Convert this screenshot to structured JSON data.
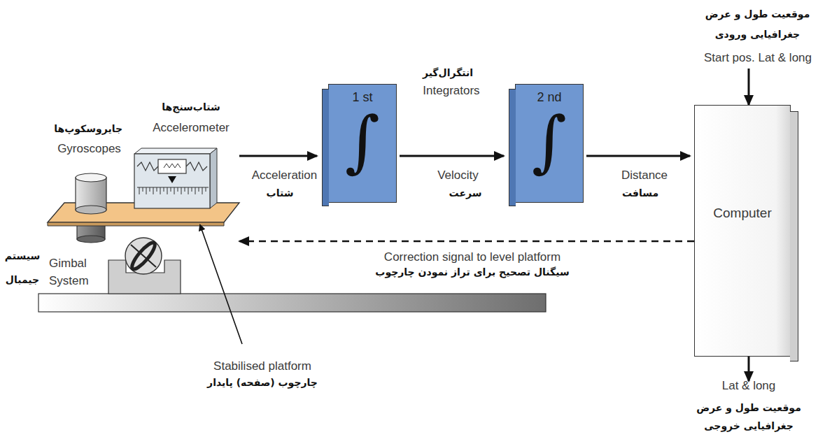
{
  "diagram": {
    "nodes": [
      {
        "text": [
          "شتاب‌سنج‌ها",
          "Accelerometer"
        ]
      },
      {
        "text": [
          "1 st",
          "∫"
        ]
      },
      {
        "text": [
          "2 nd",
          "∫"
        ]
      },
      {
        "text": [
          "Computer"
        ]
      }
    ],
    "edges": [
      {
        "from": 0,
        "to": 1,
        "arrow": "to",
        "label": "Acceleration"
      },
      {
        "from": 1,
        "to": 2,
        "arrow": "to",
        "label": "Velocity"
      },
      {
        "from": 2,
        "to": 3,
        "arrow": "to",
        "label": "Distance"
      }
    ],
    "labels": [
      "جایروسکوپ‌ها",
      "Gyroscopes",
      "شتاب",
      "انتگرال‌گیر",
      "Integrators",
      "سرعت",
      "مسافت",
      "موقعیت طول و عرض جغرافیایی ورودی",
      "Start pos. Lat & long",
      "Correction signal to level platform",
      "سیگنال تصحیح برای تراز نمودن چارچوب",
      "سیستم جیمبال",
      "Gimbal System",
      "Stabilised platform",
      "چارچوب (صفحه) پایدار",
      "Lat & long",
      "موقعیت طول و عرض جغرافیایی خروجی"
    ]
  }
}
